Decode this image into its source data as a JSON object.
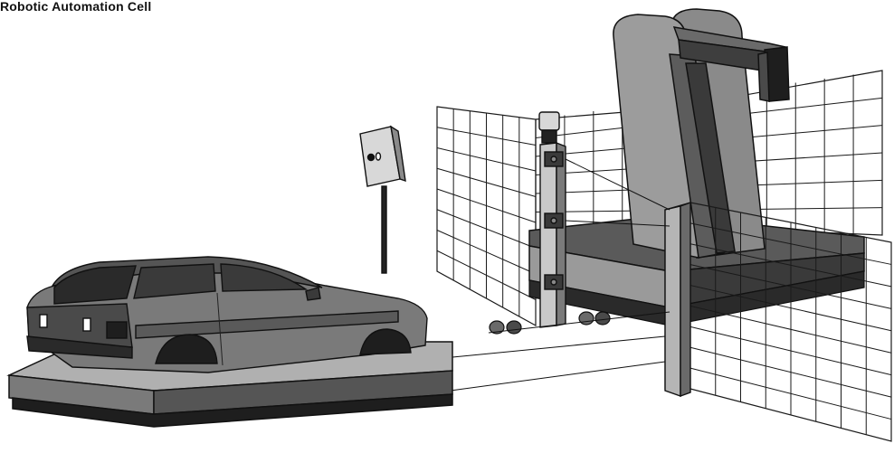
{
  "caption": "Robotic Automation Cell",
  "colors": {
    "outline": "#111111",
    "cage_line": "#1a1a1a",
    "light_gray": "#c9c9c9",
    "mid_gray": "#9a9a9a",
    "dark_gray": "#5a5a5a",
    "darkest": "#2a2a2a",
    "car_body": "#7a7a7a",
    "car_roof": "#555555"
  },
  "objects": {
    "car": "car",
    "car_platform": "vehicle-platform",
    "robot": "gantry-robot",
    "safety_cage": "safety-cage",
    "light_curtain": "light-curtain-column",
    "control_box": "control-box",
    "beacon": "warning-beacon"
  }
}
